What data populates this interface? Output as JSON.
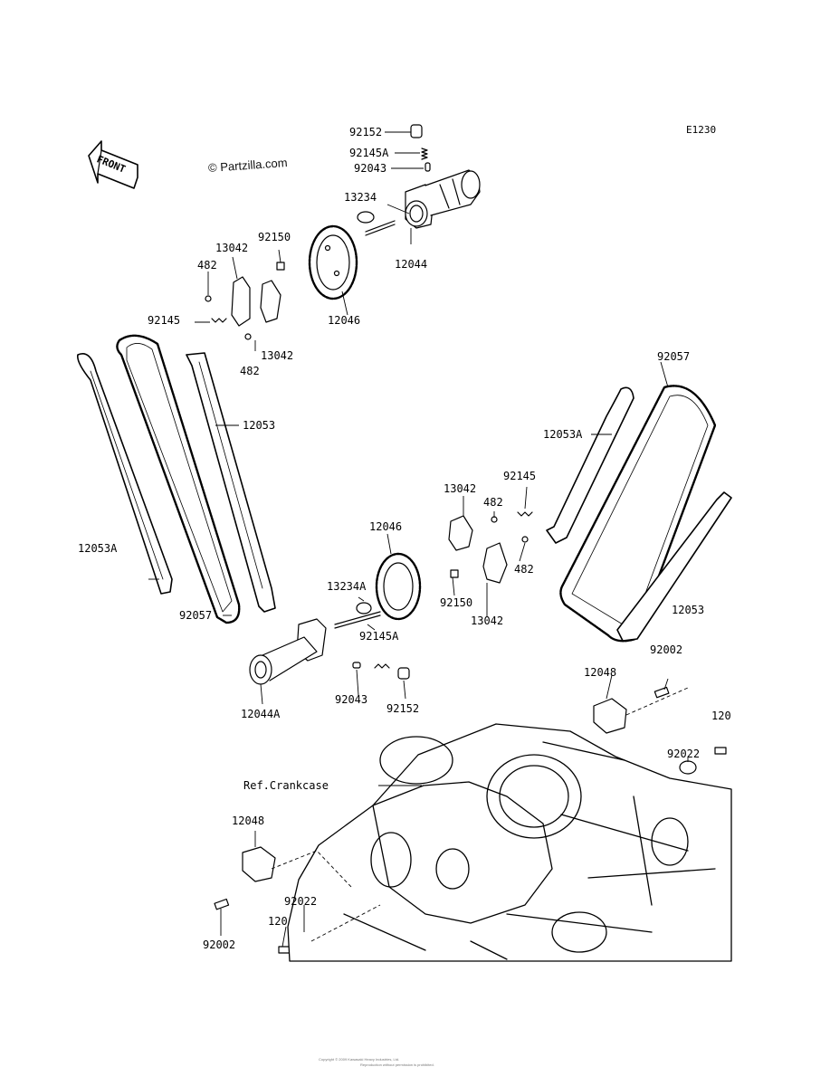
{
  "diagram": {
    "code": "E1230",
    "watermark": "© Partzilla.com",
    "front_label": "FRONT",
    "ref_label": "Ref.Crankcase",
    "footer_1": "Copyright © 2009 Kawasaki Heavy Industries, Ltd.",
    "footer_2": "Reproduction without permission is prohibited."
  },
  "labels": {
    "p92152_a": "92152",
    "p92145a_a": "92145A",
    "p92043_a": "92043",
    "p13234": "13234",
    "p12044": "12044",
    "p92150_a": "92150",
    "p13042_a": "13042",
    "p482_a": "482",
    "p92145_a": "92145",
    "p12046_a": "12046",
    "p13042_b": "13042",
    "p482_b": "482",
    "p12053_a": "12053",
    "p12053a_a": "12053A",
    "p92057_a": "92057",
    "p92057_b": "92057",
    "p12053a_b": "12053A",
    "p13042_c": "13042",
    "p92145_b": "92145",
    "p482_c": "482",
    "p12046_b": "12046",
    "p482_d": "482",
    "p13234a": "13234A",
    "p92150_b": "92150",
    "p13042_d": "13042",
    "p92145a_b": "92145A",
    "p12053_b": "12053",
    "p12044a": "12044A",
    "p92043_b": "92043",
    "p92152_b": "92152",
    "p92002_a": "92002",
    "p12048_a": "12048",
    "p120_a": "120",
    "p92022_a": "92022",
    "p12048_b": "12048",
    "p92022_b": "92022",
    "p120_b": "120",
    "p92002_b": "92002"
  }
}
